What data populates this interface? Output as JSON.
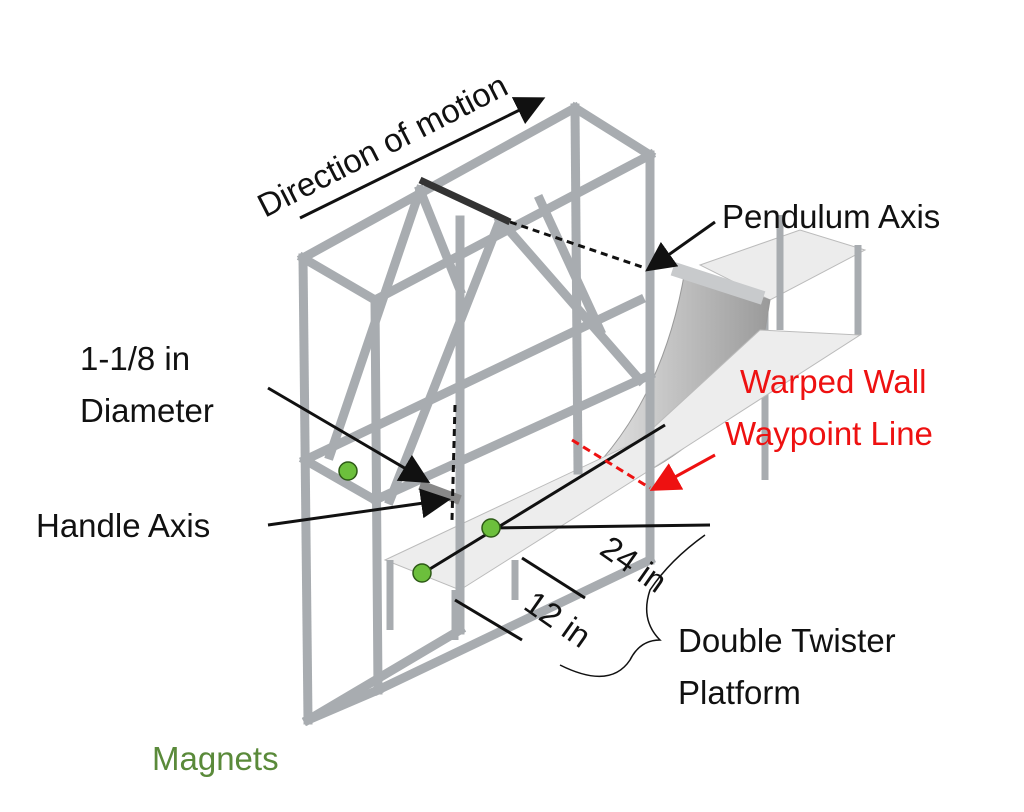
{
  "labels": {
    "direction": "Direction of motion",
    "pendulum_axis": "Pendulum Axis",
    "diameter_line1": "1-1/8 in",
    "diameter_line2": "Diameter",
    "handle_axis": "Handle Axis",
    "warped_line1": "Warped Wall",
    "warped_line2": "Waypoint Line",
    "dim_24": "24 in",
    "dim_12": "12 in",
    "platform_line1": "Double Twister",
    "platform_line2": "Platform",
    "magnets": "Magnets"
  },
  "colors": {
    "text": "#111111",
    "warped": "#ee1111",
    "magnets": "#5a8a3a",
    "magnet_dot": "#6cbf3c",
    "frame": "#a8acb0"
  }
}
